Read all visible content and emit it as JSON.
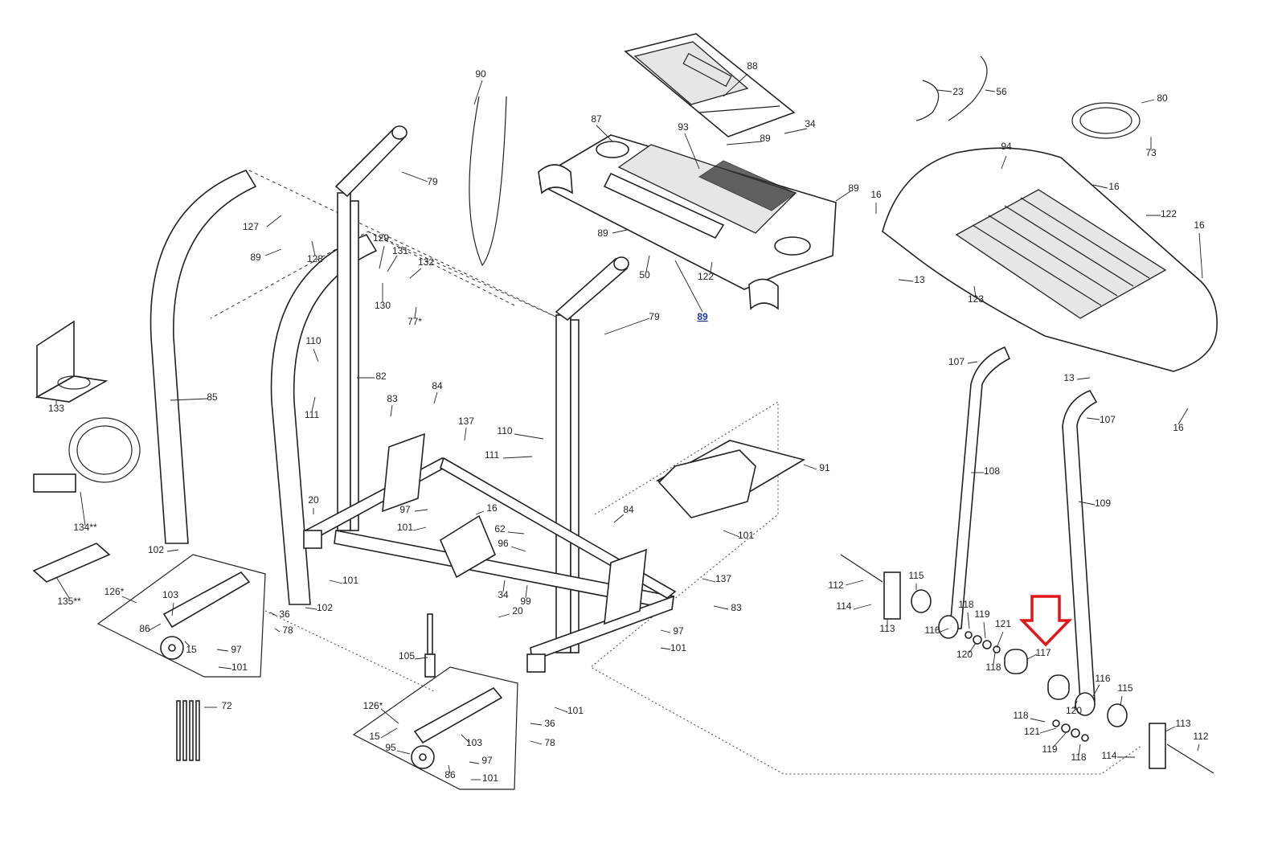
{
  "callouts": [
    {
      "text": "90"
    },
    {
      "text": "88"
    },
    {
      "text": "34"
    },
    {
      "text": "87"
    },
    {
      "text": "93"
    },
    {
      "text": "89"
    },
    {
      "text": "89"
    },
    {
      "text": "89"
    },
    {
      "text": "89",
      "highlighted": true
    },
    {
      "text": "79"
    },
    {
      "text": "79"
    },
    {
      "text": "127"
    },
    {
      "text": "128"
    },
    {
      "text": "89"
    },
    {
      "text": "129"
    },
    {
      "text": "131"
    },
    {
      "text": "132"
    },
    {
      "text": "130"
    },
    {
      "text": "77*"
    },
    {
      "text": "50"
    },
    {
      "text": "122"
    },
    {
      "text": "23"
    },
    {
      "text": "56"
    },
    {
      "text": "80"
    },
    {
      "text": "73"
    },
    {
      "text": "94"
    },
    {
      "text": "16"
    },
    {
      "text": "16"
    },
    {
      "text": "122"
    },
    {
      "text": "16"
    },
    {
      "text": "13"
    },
    {
      "text": "123"
    },
    {
      "text": "13"
    },
    {
      "text": "16"
    },
    {
      "text": "107"
    },
    {
      "text": "107"
    },
    {
      "text": "108"
    },
    {
      "text": "109"
    },
    {
      "text": "110"
    },
    {
      "text": "111"
    },
    {
      "text": "82"
    },
    {
      "text": "85"
    },
    {
      "text": "133"
    },
    {
      "text": "83"
    },
    {
      "text": "84"
    },
    {
      "text": "137"
    },
    {
      "text": "110"
    },
    {
      "text": "111"
    },
    {
      "text": "91"
    },
    {
      "text": "101"
    },
    {
      "text": "134**"
    },
    {
      "text": "20"
    },
    {
      "text": "97"
    },
    {
      "text": "101"
    },
    {
      "text": "16"
    },
    {
      "text": "62"
    },
    {
      "text": "96"
    },
    {
      "text": "84"
    },
    {
      "text": "102"
    },
    {
      "text": "101"
    },
    {
      "text": "34"
    },
    {
      "text": "99"
    },
    {
      "text": "137"
    },
    {
      "text": "83"
    },
    {
      "text": "112"
    },
    {
      "text": "115"
    },
    {
      "text": "114"
    },
    {
      "text": "113"
    },
    {
      "text": "116"
    },
    {
      "text": "118"
    },
    {
      "text": "119"
    },
    {
      "text": "121"
    },
    {
      "text": "120"
    },
    {
      "text": "118"
    },
    {
      "text": "117"
    },
    {
      "text": "135**"
    },
    {
      "text": "126*"
    },
    {
      "text": "103"
    },
    {
      "text": "86"
    },
    {
      "text": "15"
    },
    {
      "text": "97"
    },
    {
      "text": "101"
    },
    {
      "text": "36"
    },
    {
      "text": "78"
    },
    {
      "text": "102"
    },
    {
      "text": "20"
    },
    {
      "text": "97"
    },
    {
      "text": "101"
    },
    {
      "text": "105"
    },
    {
      "text": "72"
    },
    {
      "text": "126*"
    },
    {
      "text": "15"
    },
    {
      "text": "103"
    },
    {
      "text": "95"
    },
    {
      "text": "97"
    },
    {
      "text": "86"
    },
    {
      "text": "101"
    },
    {
      "text": "101"
    },
    {
      "text": "36"
    },
    {
      "text": "78"
    },
    {
      "text": "116"
    },
    {
      "text": "115"
    },
    {
      "text": "120"
    },
    {
      "text": "113"
    },
    {
      "text": "118"
    },
    {
      "text": "121"
    },
    {
      "text": "119"
    },
    {
      "text": "118"
    },
    {
      "text": "114"
    },
    {
      "text": "112"
    }
  ],
  "colors": {
    "line": "#222222",
    "highlight_arrow": "#e0161b",
    "highlighted_label": "#1a3aa0"
  }
}
